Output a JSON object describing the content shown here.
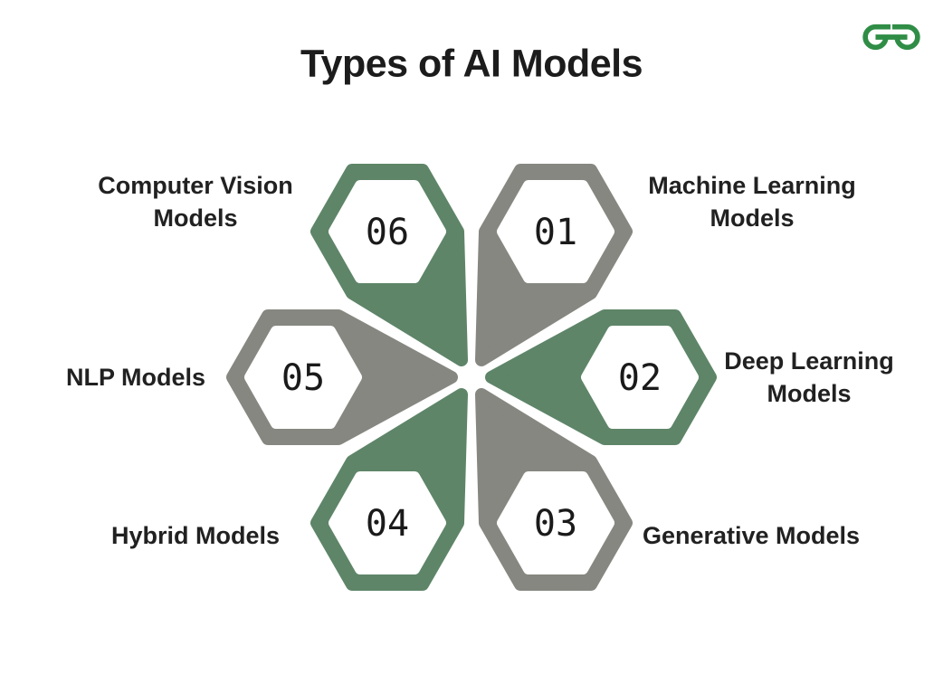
{
  "title": "Types of AI Models",
  "logo": {
    "name": "GeeksforGeeks",
    "color": "#2f8d46"
  },
  "colors": {
    "green": "#5e8568",
    "gray": "#858780",
    "white": "#ffffff",
    "text": "#212121",
    "number": "#1a1a1a"
  },
  "diagram": {
    "type": "radial-hexagon-petal-flower",
    "petal_count": 6,
    "petals": [
      {
        "number": "01",
        "label": "Machine Learning Models",
        "color": "gray",
        "position": "top-right"
      },
      {
        "number": "02",
        "label": "Deep Learning Models",
        "color": "green",
        "position": "right"
      },
      {
        "number": "03",
        "label": "Generative Models",
        "color": "gray",
        "position": "bottom-right"
      },
      {
        "number": "04",
        "label": "Hybrid Models",
        "color": "green",
        "position": "bottom-left"
      },
      {
        "number": "05",
        "label": "NLP Models",
        "color": "gray",
        "position": "left"
      },
      {
        "number": "06",
        "label": "Computer Vision Models",
        "color": "green",
        "position": "top-left"
      }
    ]
  }
}
